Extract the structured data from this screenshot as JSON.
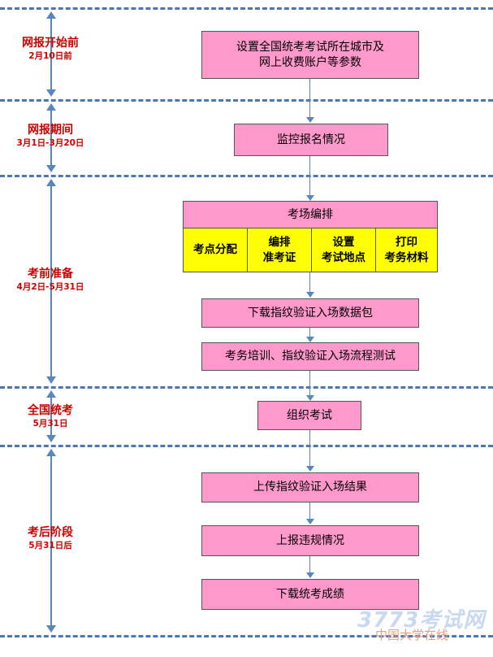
{
  "phases": [
    {
      "title": "网报开始前",
      "date": "2月10日前"
    },
    {
      "title": "网报期间",
      "date": "3月1日-3月20日"
    },
    {
      "title": "考前准备",
      "date": "4月2日-5月31日"
    },
    {
      "title": "全国统考",
      "date": "5月31日"
    },
    {
      "title": "考后阶段",
      "date": "5月31日后"
    }
  ],
  "steps": {
    "set_params": "设置全国统考考试所在城市及\n网上收费账户等参数",
    "monitor": "监控报名情况",
    "arrange": "考场编排",
    "sub_steps": [
      "考点分配",
      "编排\n准考证",
      "设置\n考试地点",
      "打印\n考务材料"
    ],
    "download_pkg": "下载指纹验证入场数据包",
    "training": "考务培训、指纹验证入场流程测试",
    "organize": "组织考试",
    "upload": "上传指纹验证入场结果",
    "report": "上报违规情况",
    "download_scores": "下载统考成绩"
  },
  "watermark": {
    "line1": "3773考试网",
    "line2": "中国大学在线"
  },
  "colors": {
    "phase_text": "#cc0000",
    "box_fill": "#ff99cc",
    "sub_fill": "#ffff00",
    "line": "#4e77b2"
  }
}
